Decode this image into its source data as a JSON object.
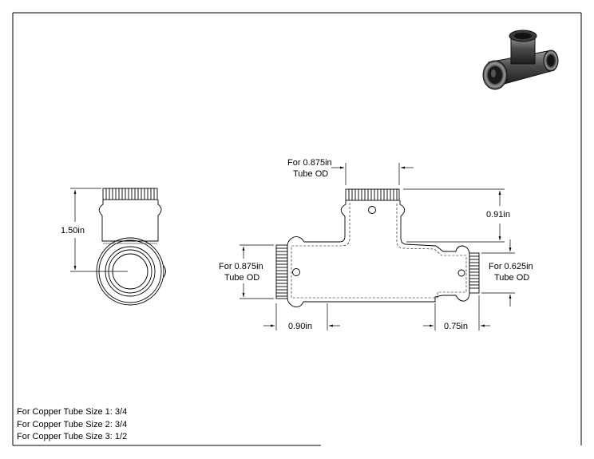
{
  "drawing": {
    "dimensions": {
      "height_side": "1.50in",
      "top_branch_od_line1": "For 0.875in",
      "top_branch_od_line2": "Tube OD",
      "top_branch_height": "0.91in",
      "left_run_od_line1": "For 0.875in",
      "left_run_od_line2": "Tube OD",
      "right_run_od_line1": "For 0.625in",
      "right_run_od_line2": "Tube OD",
      "left_cup_depth": "0.90in",
      "right_cup_depth": "0.75in"
    },
    "notes": [
      "For Copper Tube Size 1: 3/4",
      "For Copper Tube Size 2: 3/4",
      "For Copper Tube Size 3: 1/2"
    ]
  }
}
